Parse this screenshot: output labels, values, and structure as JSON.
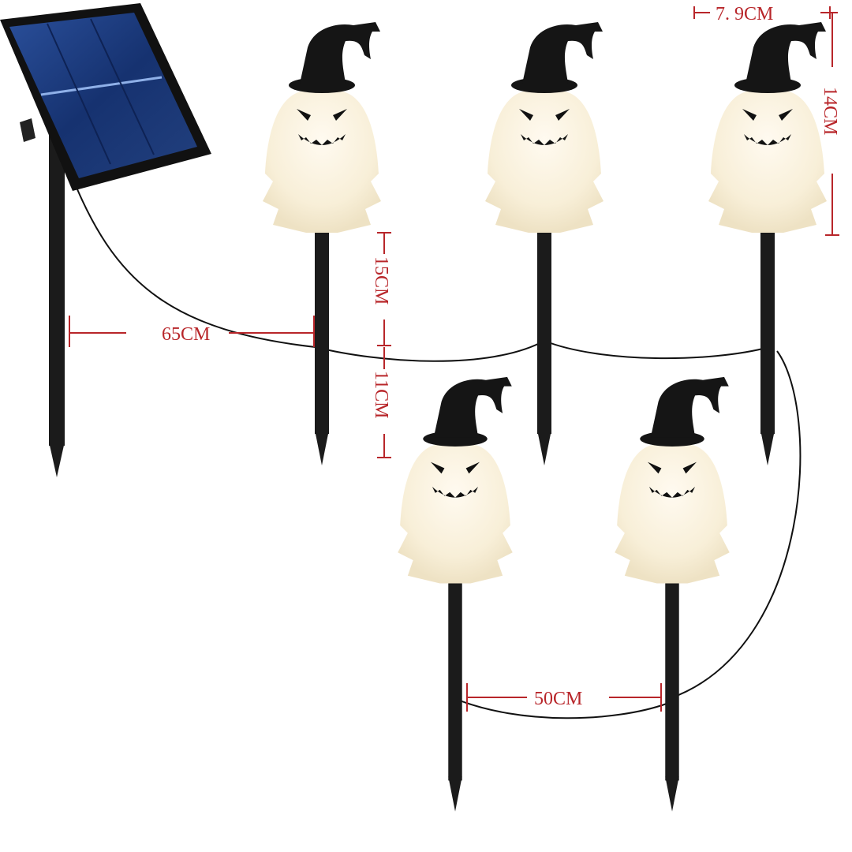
{
  "dimensions": {
    "hat_width": "7. 9CM",
    "ghost_height": "14CM",
    "stake_upper": "15CM",
    "stake_lower": "11CM",
    "panel_to_first": "65CM",
    "between_lights": "50CM"
  },
  "product": {
    "light_count": 5,
    "colors": {
      "ghost": "#fbf3df",
      "hat": "#151515",
      "panel": "#1d3c7a",
      "dimension": "#b8262a"
    }
  }
}
